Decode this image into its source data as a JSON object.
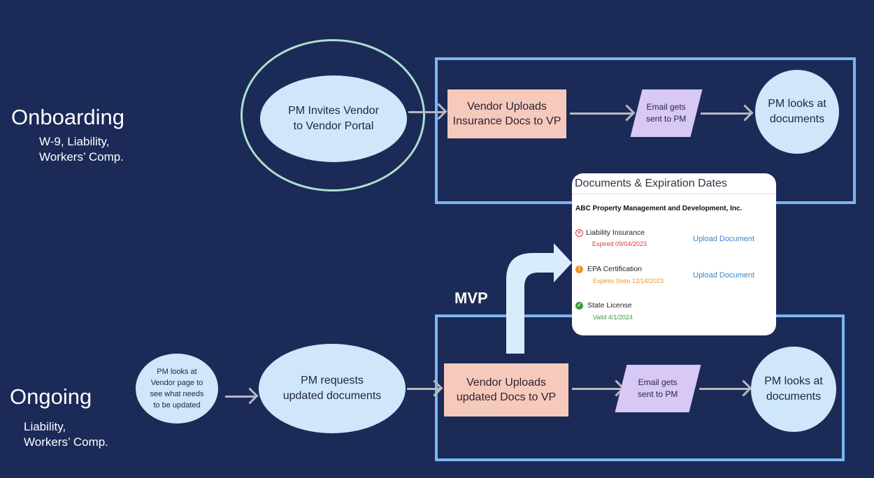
{
  "onboarding": {
    "title": "Onboarding",
    "subtitle_line1": "W-9, Liability,",
    "subtitle_line2": "Workers’ Comp.",
    "invite_label": "PM Invites Vendor\nto Vendor Portal",
    "upload_label": "Vendor Uploads\nInsurance Docs to VP",
    "email_label": "Email gets\nsent to PM",
    "review_label": "PM looks at\ndocuments"
  },
  "ongoing": {
    "title": "Ongoing",
    "subtitle_line1": "Liability,",
    "subtitle_line2": "Workers’ Comp.",
    "vendor_page_label": "PM looks at\nVendor page to\nsee what needs\nto be updated",
    "request_label": "PM requests\nupdated documents",
    "upload_label": "Vendor Uploads\nupdated Docs to VP",
    "email_label": "Email gets\nsent to PM",
    "review_label": "PM looks at\ndocuments"
  },
  "mvp_label": "MVP",
  "documents_card": {
    "title": "Documents & Expiration Dates",
    "company": "ABC Property Management and Development, Inc.",
    "documents": [
      {
        "name": "Liability Insurance",
        "status": "Expired 09/04/2023",
        "action": "Upload Document"
      },
      {
        "name": "EPA Certification",
        "status": "Expires Soon 12/14/2023",
        "action": "Upload Document"
      },
      {
        "name": "State License",
        "status": "Valid 4/1/2024"
      }
    ]
  },
  "colors": {
    "background": "#1c2a57",
    "frame": "#7ab6f2",
    "ellipse": "#cfe6fb",
    "process": "#f6c9bd",
    "email": "#d7c8f5",
    "expired": "#d9363e",
    "expiring": "#e6952b",
    "valid": "#3b9a3b"
  },
  "icons": {
    "expired": "x-circle-icon",
    "expiring": "exclamation-circle-icon",
    "valid": "check-circle-icon"
  }
}
